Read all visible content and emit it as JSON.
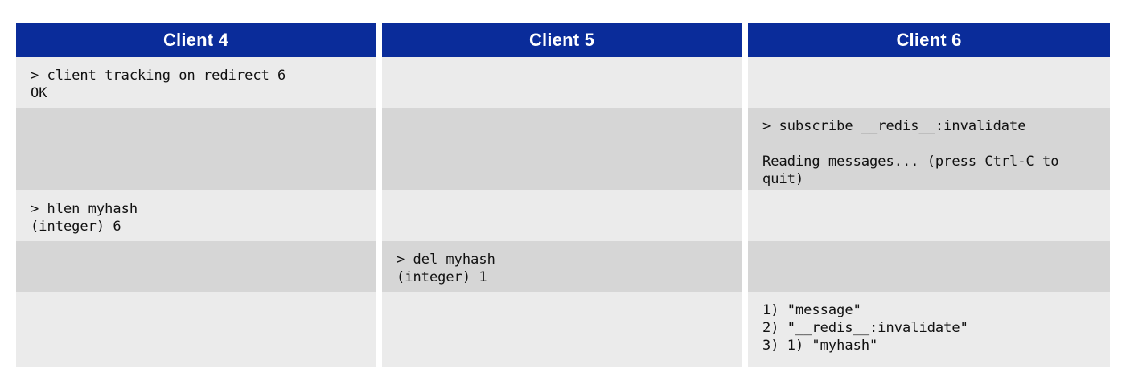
{
  "headers": [
    "Client 4",
    "Client 5",
    "Client 6"
  ],
  "rows": [
    {
      "client4": "> client tracking on redirect 6\nOK",
      "client5": "",
      "client6": ""
    },
    {
      "client4": "",
      "client5": "",
      "client6": "> subscribe __redis__:invalidate\n\nReading messages... (press Ctrl-C to quit)"
    },
    {
      "client4": "> hlen myhash\n(integer) 6",
      "client5": "",
      "client6": ""
    },
    {
      "client4": "",
      "client5": "> del myhash\n(integer) 1",
      "client6": ""
    },
    {
      "client4": "",
      "client5": "",
      "client6": "1) \"message\"\n2) \"__redis__:invalidate\"\n3) 1) \"myhash\""
    }
  ],
  "colors": {
    "header_bg": "#0a2c9a",
    "header_text": "#ffffff",
    "row_light": "#ebebeb",
    "row_dark": "#d6d6d6"
  }
}
